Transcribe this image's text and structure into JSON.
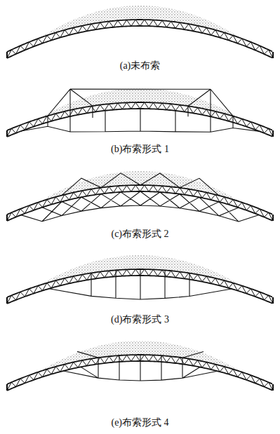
{
  "diagram": {
    "labels": [
      "(a)未布索",
      "(b)布索形式 1",
      "(c)布索形式 2",
      "(d)布索形式 3",
      "(e)布索形式 4"
    ]
  }
}
